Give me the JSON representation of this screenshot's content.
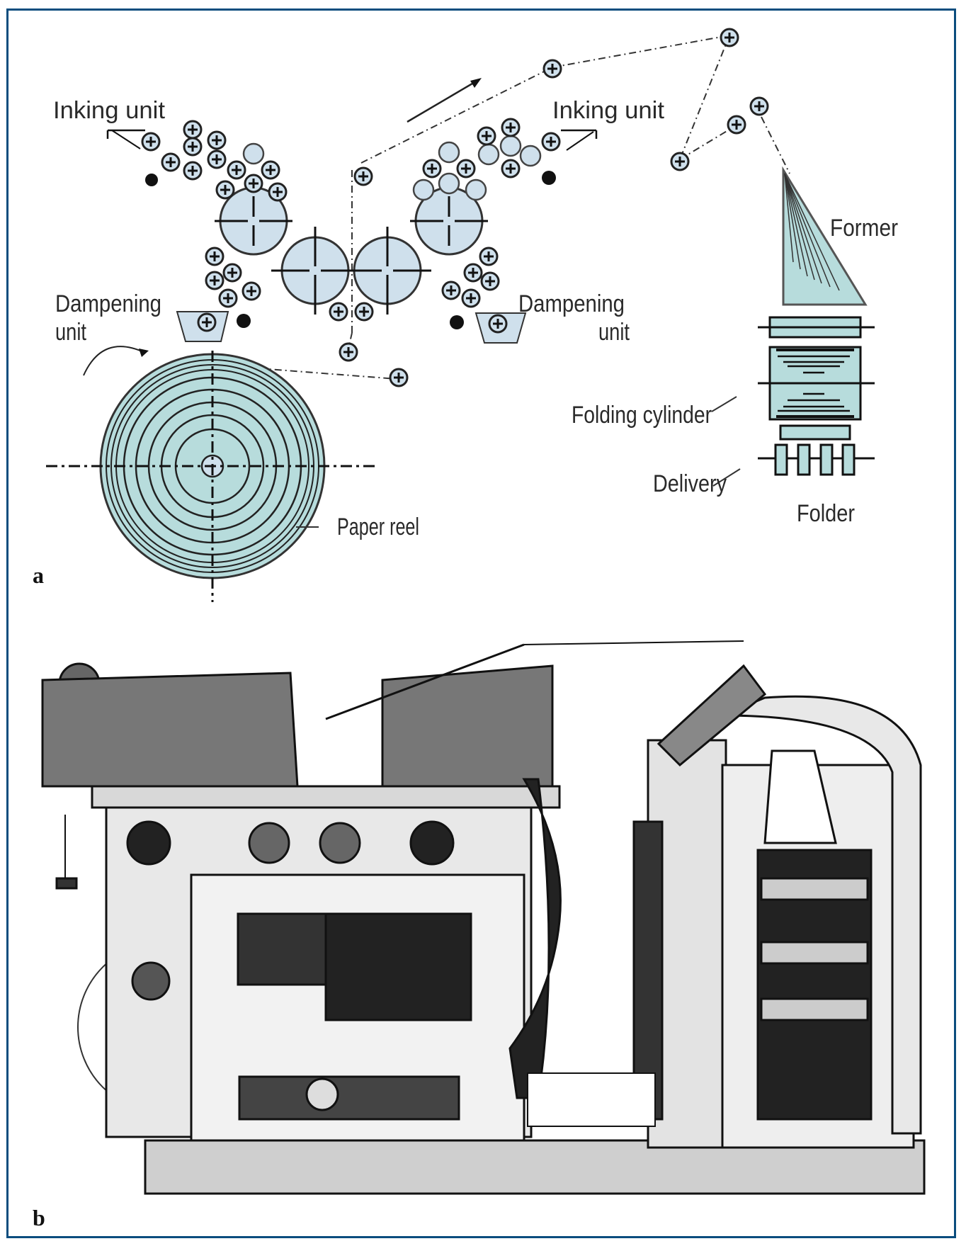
{
  "figure": {
    "panel_a": {
      "panel_label": "a",
      "labels": {
        "inking_unit_left": "Inking unit",
        "inking_unit_right": "Inking unit",
        "dampening_left_line1": "Dampening",
        "dampening_left_line2": "unit",
        "dampening_right_line1": "Dampening",
        "dampening_right_line2": "unit",
        "former": "Former",
        "folding_cylinder": "Folding cylinder",
        "delivery": "Delivery",
        "folder": "Folder",
        "paper_reel": "Paper reel"
      }
    },
    "panel_b": {
      "panel_label": "b",
      "description": "engraving of web offset printing press with folder"
    }
  },
  "colors": {
    "frame": "#0b4d7e",
    "roller_fill": "#cfe0ec",
    "reel_fill": "#b7dcdc",
    "ink": "#111111"
  }
}
